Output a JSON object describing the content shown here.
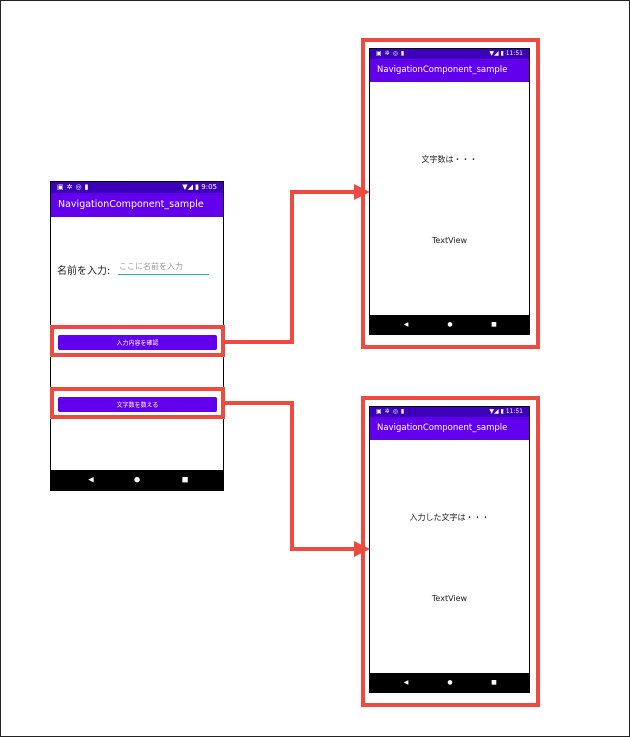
{
  "app_title": "NavigationComponent_sample",
  "main_screen": {
    "status_time": "9:05",
    "name_label": "名前を入力:",
    "name_hint": "ここに名前を入力",
    "confirm_button": "入力内容を確認",
    "count_button": "文字数を数える"
  },
  "result_screen_top": {
    "status_time": "11:51",
    "heading": "文字数は・・・",
    "value": "TextView"
  },
  "result_screen_bottom": {
    "status_time": "11:51",
    "heading": "入力した文字は・・・",
    "value": "TextView"
  },
  "nav_icons": {
    "back": "◀",
    "home": "●",
    "recents": "■"
  },
  "colors": {
    "highlight": "#ef4a40",
    "app_bar": "#6200ee",
    "status_bar": "#3b00b8",
    "button": "#6200ee"
  }
}
